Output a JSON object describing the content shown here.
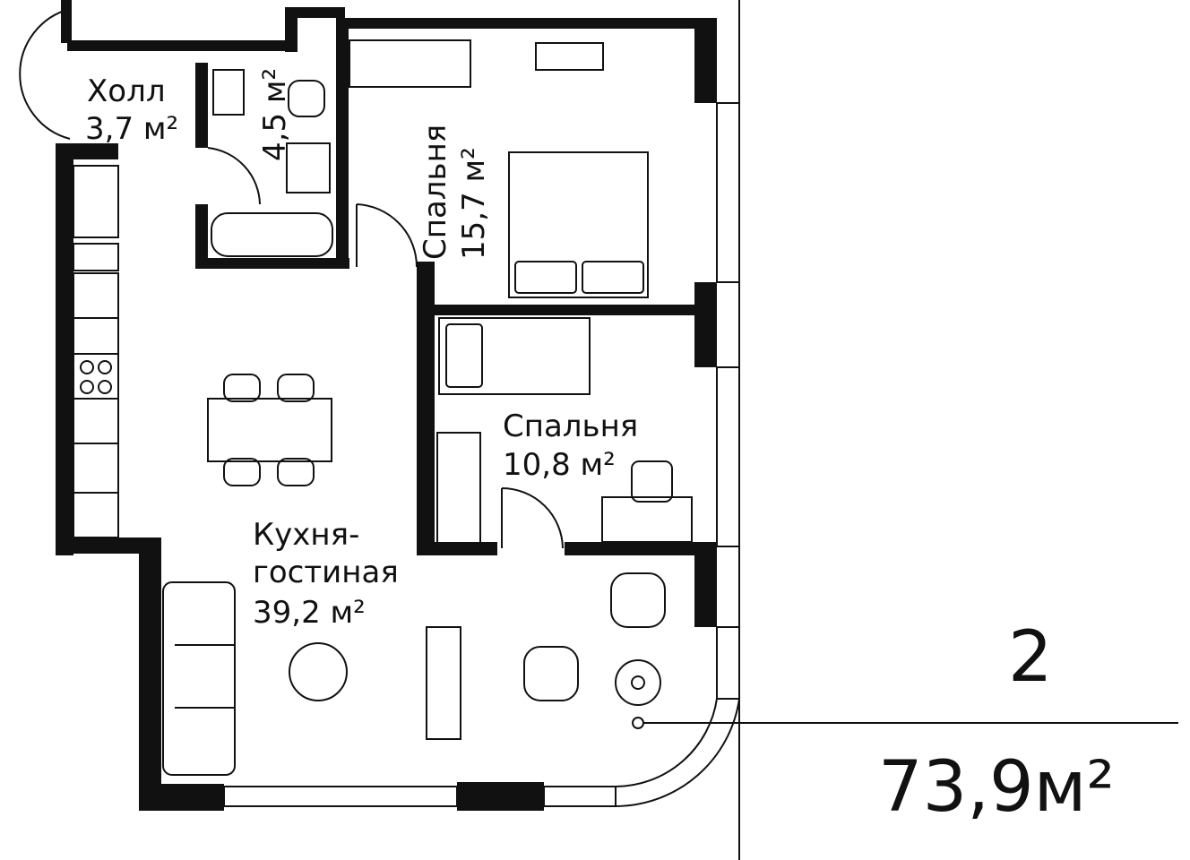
{
  "rooms": {
    "hall": {
      "name": "Холл",
      "area": "3,7 м²"
    },
    "bathroom": {
      "area": "4,5 м²"
    },
    "bedroom1": {
      "name": "Спальня",
      "area": "15,7 м²"
    },
    "bedroom2": {
      "name": "Спальня",
      "area": "10,8 м²"
    },
    "living": {
      "name1": "Кухня-",
      "name2": "гостиная",
      "area": "39,2 м²"
    }
  },
  "summary": {
    "rooms_count": "2",
    "total_area": "73,9м²"
  },
  "colors": {
    "wall": "#111111",
    "background": "#ffffff"
  }
}
